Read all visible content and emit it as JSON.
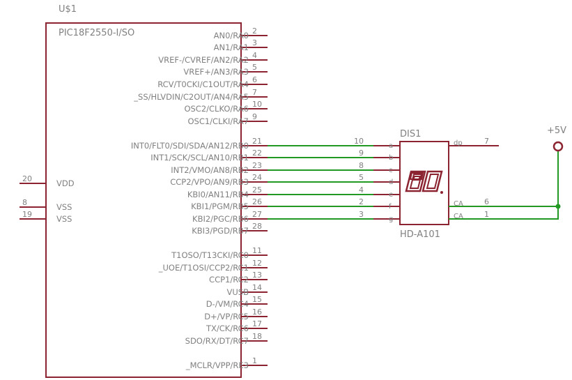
{
  "colors": {
    "component": "#8b2331",
    "wire": "#229922",
    "text": "#808080",
    "seg": "#8b2331"
  },
  "mcu": {
    "name": "U$1",
    "value": "PIC18F2550-I/SO",
    "right_pins": [
      {
        "label": "AN0/RA0",
        "num": "2"
      },
      {
        "label": "AN1/RA1",
        "num": "3"
      },
      {
        "label": "VREF-/CVREF/AN2/RA2",
        "num": "4"
      },
      {
        "label": "VREF+/AN3/RA3",
        "num": "5"
      },
      {
        "label": "RCV/T0CKI/C1OUT/RA4",
        "num": "6"
      },
      {
        "label": "_SS/HLVDIN/C2OUT/AN4/RA5",
        "num": "7"
      },
      {
        "label": "OSC2/CLKO/RA6",
        "num": "10"
      },
      {
        "label": "OSC1/CLKI/RA7",
        "num": "9"
      },
      {
        "label": "INT0/FLT0/SDI/SDA/AN12/RB0",
        "num": "21"
      },
      {
        "label": "INT1/SCK/SCL/AN10/RB1",
        "num": "22"
      },
      {
        "label": "INT2/VMO/AN8/RB2",
        "num": "23"
      },
      {
        "label": "CCP2/VPO/AN9/RB3",
        "num": "24"
      },
      {
        "label": "KBI0/AN11/RB4",
        "num": "25"
      },
      {
        "label": "KBI1/PGM/RB5",
        "num": "26"
      },
      {
        "label": "KBI2/PGC/RB6",
        "num": "27"
      },
      {
        "label": "KBI3/PGD/RB7",
        "num": "28"
      },
      {
        "label": "T1OSO/T13CKI/RC0",
        "num": "11"
      },
      {
        "label": "_UOE/T1OSI/CCP2/RC1",
        "num": "12"
      },
      {
        "label": "CCP1/RC2",
        "num": "13"
      },
      {
        "label": "VUSB",
        "num": "14"
      },
      {
        "label": "D-/VM/RC4",
        "num": "15"
      },
      {
        "label": "D+/VP/RC5",
        "num": "16"
      },
      {
        "label": "TX/CK/RC6",
        "num": "17"
      },
      {
        "label": "SDO/RX/DT/RC7",
        "num": "18"
      },
      {
        "label": "_MCLR/VPP/RE3",
        "num": "1"
      }
    ],
    "left_pins": [
      {
        "label": "VDD",
        "num": "20"
      },
      {
        "label": "VSS",
        "num": "8"
      },
      {
        "label": "VSS",
        "num": "19"
      }
    ]
  },
  "display": {
    "name": "DIS1",
    "value": "HD-A101",
    "digit": "0.",
    "left_pins": [
      {
        "seg": "a",
        "num": "10"
      },
      {
        "seg": "b",
        "num": "9"
      },
      {
        "seg": "c",
        "num": "8"
      },
      {
        "seg": "d",
        "num": "5"
      },
      {
        "seg": "e",
        "num": "4"
      },
      {
        "seg": "f",
        "num": "2"
      },
      {
        "seg": "g",
        "num": "3"
      }
    ],
    "right_pins": [
      {
        "label": "dp",
        "num": "7"
      },
      {
        "label": "CA",
        "num": "6"
      },
      {
        "label": "CA",
        "num": "1"
      }
    ]
  },
  "supply": {
    "label": "+5V"
  }
}
